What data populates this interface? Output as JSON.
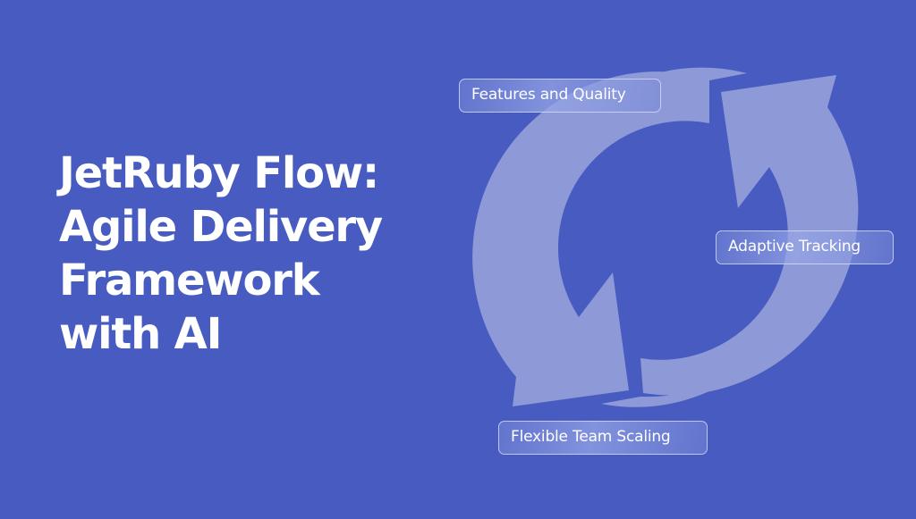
{
  "colors": {
    "background": "#475bc1",
    "arrow_fill": "#8e9ad8",
    "text": "#ffffff"
  },
  "title": {
    "lines": [
      "JetRuby Flow:",
      "Agile Delivery",
      "Framework",
      "with AI"
    ]
  },
  "diagram": {
    "type": "cycle-arrows",
    "icon": "refresh-cycle-icon",
    "labels": {
      "features": "Features and Quality",
      "adaptive": "Adaptive Tracking",
      "flexible": "Flexible Team Scaling"
    }
  }
}
